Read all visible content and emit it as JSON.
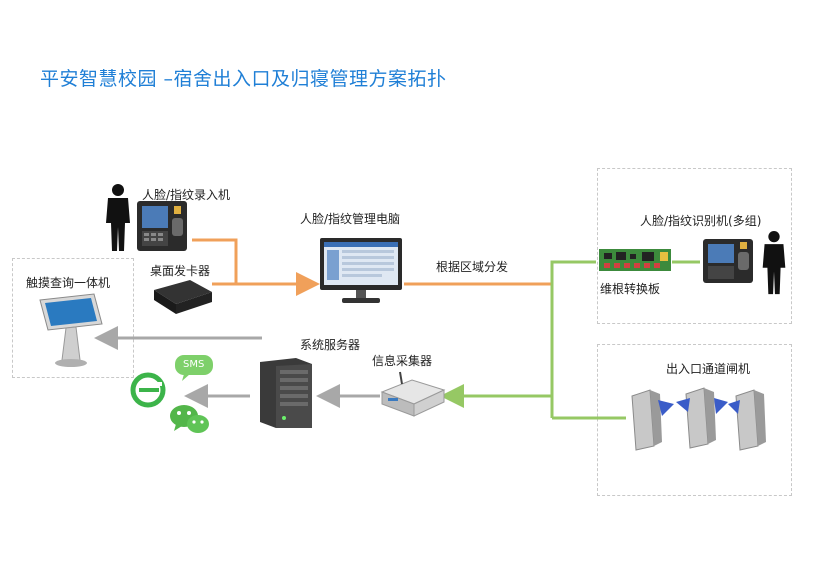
{
  "title": "平安智慧校园 –宿舍出入口及归寝管理方案拓扑",
  "labels": {
    "enroll_device": "人脸/指纹录入机",
    "desktop_reader": "桌面发卡器",
    "mgmt_pc": "人脸/指纹管理电脑",
    "distribute": "根据区域分发",
    "recog_device": "人脸/指纹识别机(多组)",
    "wiegand_board": "维根转换板",
    "kiosk": "触摸查询一体机",
    "server": "系统服务器",
    "collector": "信息采集器",
    "gate": "出入口通道闸机",
    "sms": "SMS"
  },
  "colors": {
    "title": "#1f7fd6",
    "orange_line": "#f0a05a",
    "green_line": "#96c864",
    "gray_line": "#a8a8a8",
    "dashed_border": "#c8c8c8"
  }
}
